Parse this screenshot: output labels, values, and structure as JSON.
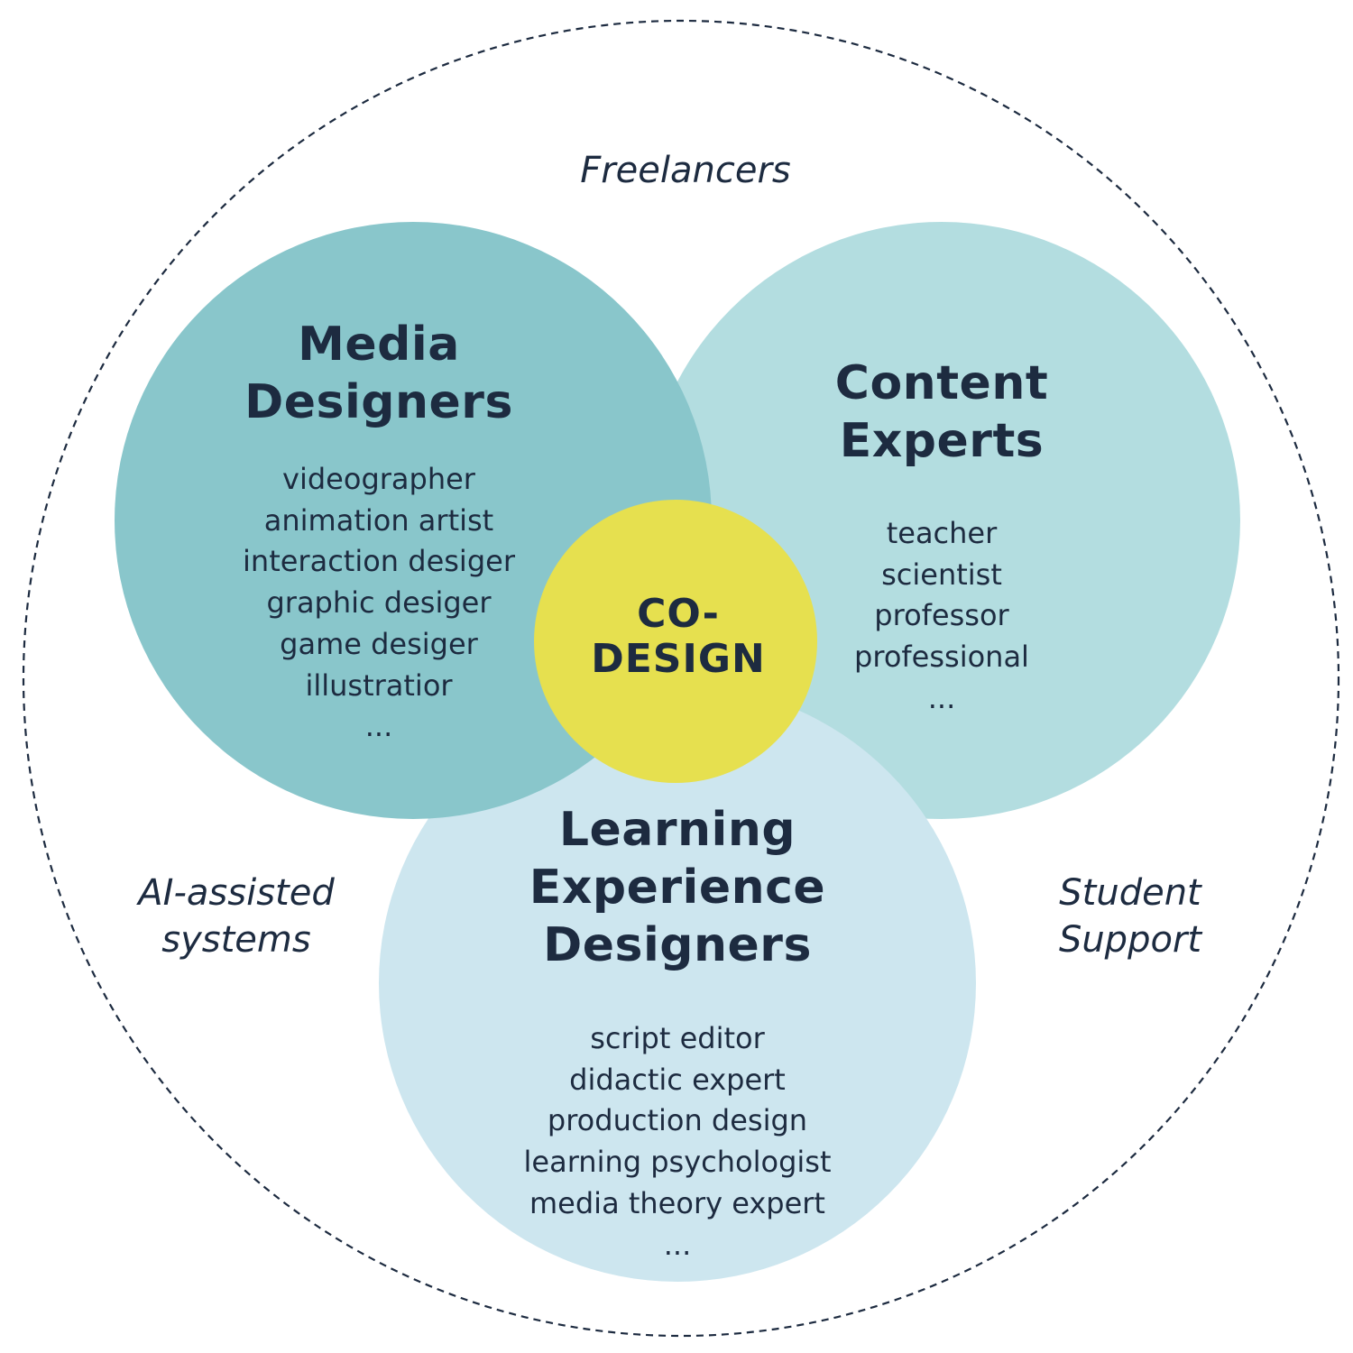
{
  "colors": {
    "media": "#89c6cb",
    "content": "#b3dde0",
    "learning": "#cde6ef",
    "core": "#e6e04f",
    "text": "#1d2b40",
    "outline": "#1d2b40"
  },
  "outer_labels": {
    "top": [
      "Freelancers"
    ],
    "left": [
      "AI-assisted",
      "systems"
    ],
    "right": [
      "Student",
      "Support"
    ]
  },
  "media": {
    "title": [
      "Media",
      "Designers"
    ],
    "roles": [
      "videographer",
      "animation artist",
      "interaction desiger",
      "graphic desiger",
      "game desiger",
      "illustratior",
      "..."
    ]
  },
  "content": {
    "title": [
      "Content",
      "Experts"
    ],
    "roles": [
      "teacher",
      "scientist",
      "professor",
      "professional",
      "..."
    ]
  },
  "learning": {
    "title": [
      "Learning",
      "Experience",
      "Designers"
    ],
    "roles": [
      "script editor",
      "didactic expert",
      "production design",
      "learning psychologist",
      "media theory expert",
      "..."
    ]
  },
  "core": {
    "label": [
      "CO-",
      "DESIGN"
    ]
  }
}
